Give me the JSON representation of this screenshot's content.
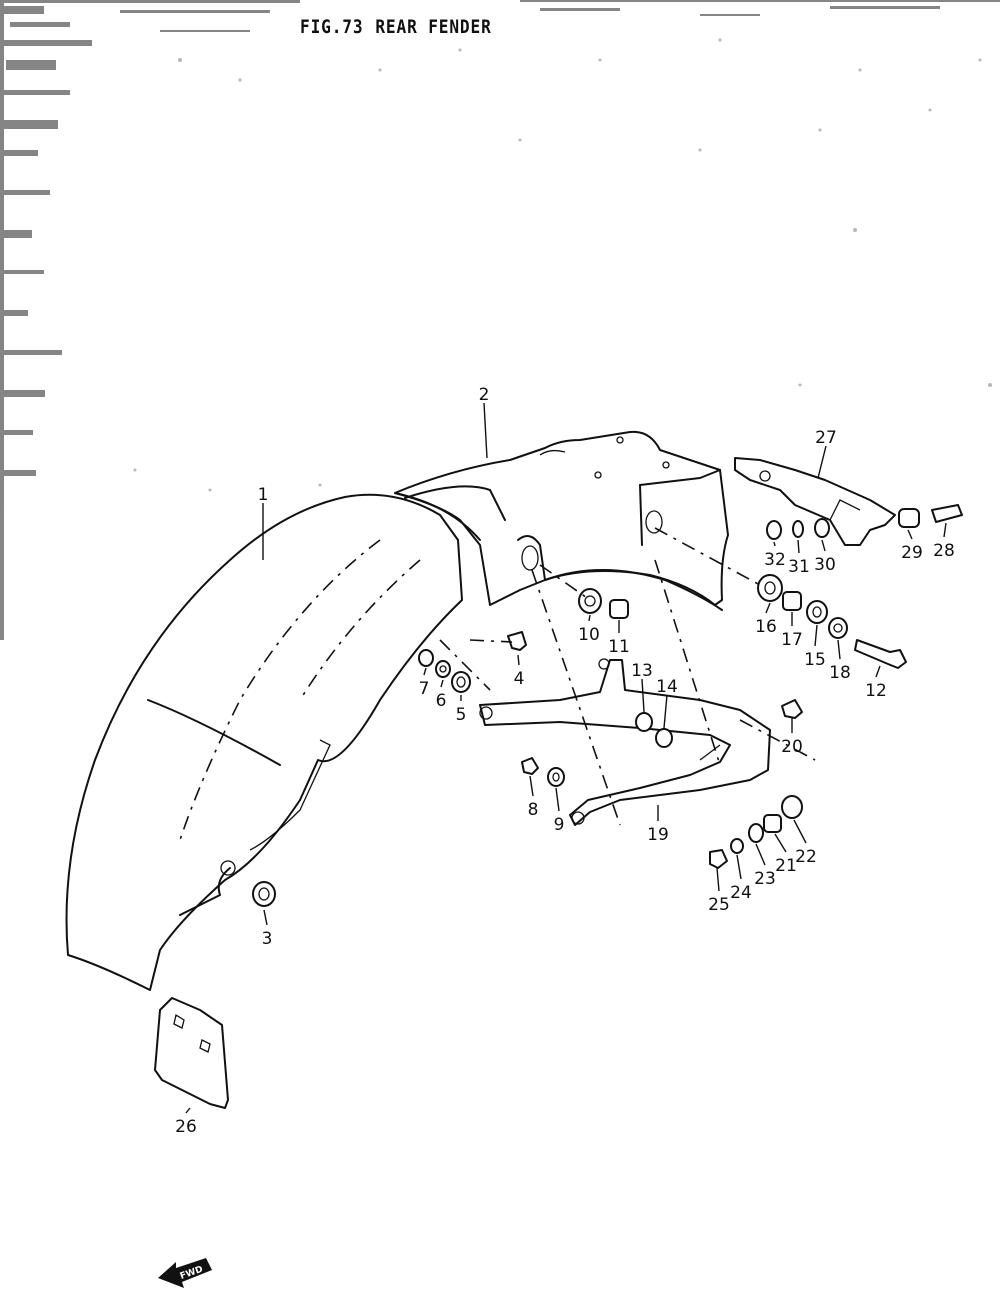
{
  "figure": {
    "number": "FIG.73",
    "title": "REAR FENDER"
  },
  "callouts": [
    "1",
    "2",
    "3",
    "4",
    "5",
    "6",
    "7",
    "8",
    "9",
    "10",
    "11",
    "12",
    "13",
    "14",
    "15",
    "16",
    "17",
    "18",
    "19",
    "20",
    "21",
    "22",
    "23",
    "24",
    "25",
    "26",
    "27",
    "28",
    "29",
    "30",
    "31",
    "32"
  ],
  "direction_marker": {
    "label": "FWD",
    "icon": "forward-arrow-icon"
  }
}
